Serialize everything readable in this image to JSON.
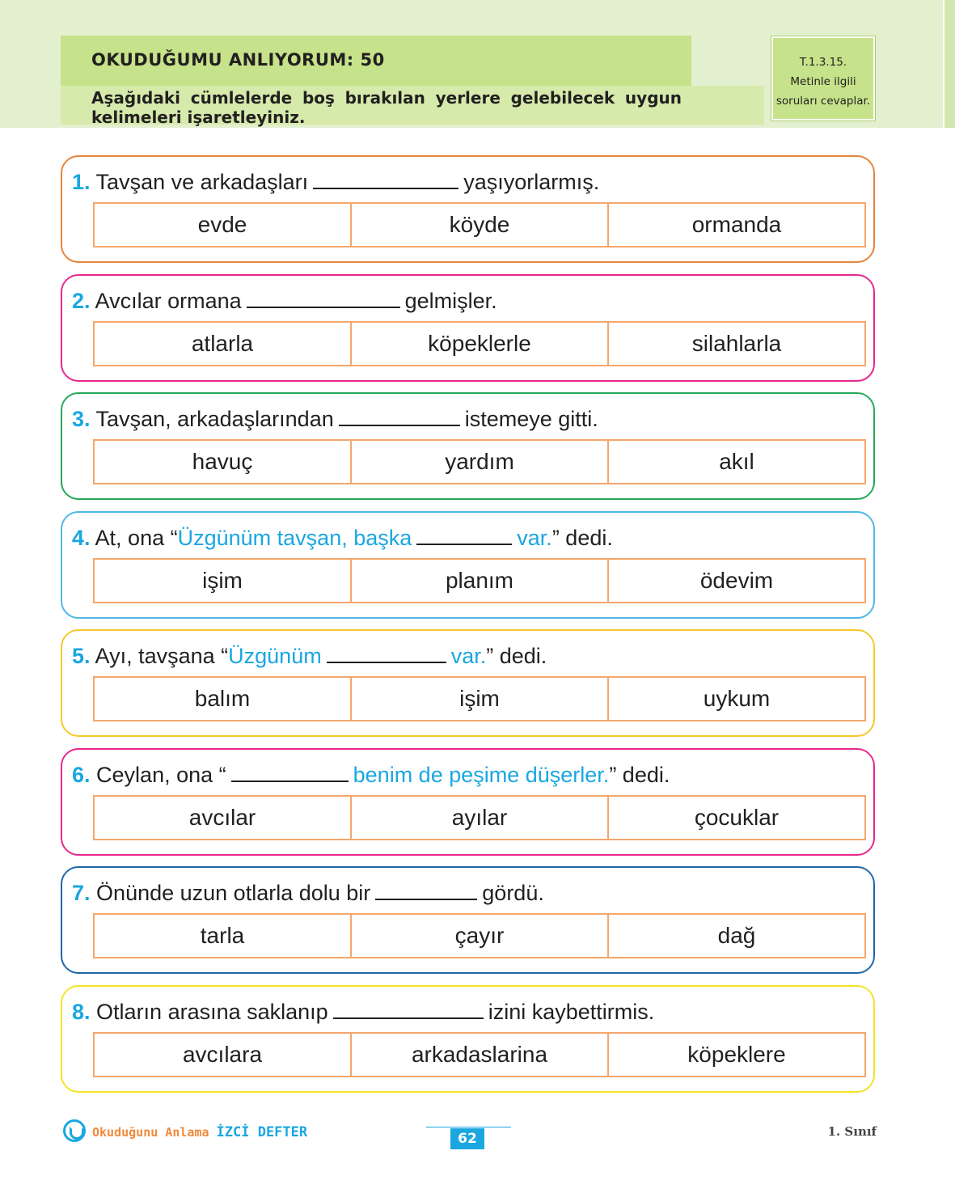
{
  "header": {
    "title": "OKUDUĞUMU ANLIYORUM: 50",
    "instruction": "Aşağıdaki cümlelerde boş bırakılan yerlere gelebilecek uygun kelimeleri işaretleyiniz."
  },
  "objective": {
    "code": "T.1.3.15.",
    "line1": "Metinle ilgili",
    "line2": "soruları cevaplar."
  },
  "questions": [
    {
      "num": "1.",
      "pre": "Tavşan ve arkadaşları",
      "quote": "",
      "quote_end": "",
      "post": "yaşıyorlarmış.",
      "options": [
        "evde",
        "köyde",
        "ormanda"
      ],
      "color": "#e8843b"
    },
    {
      "num": "2.",
      "pre": "Avcılar ormana",
      "quote": "",
      "quote_end": "",
      "post": "gelmişler.",
      "options": [
        "atlarla",
        "köpeklerle",
        "silahlarla"
      ],
      "color": "#e8288e"
    },
    {
      "num": "3.",
      "pre": "Tavşan, arkadaşlarından",
      "quote": "",
      "quote_end": "",
      "post": "istemeye gitti.",
      "options": [
        "havuç",
        "yardım",
        "akıl"
      ],
      "color": "#27a85a"
    },
    {
      "num": "4.",
      "pre": "At, ona “",
      "quote": "Üzgünüm tavşan, başka",
      "quote_end": "var.",
      "post": "” dedi.",
      "options": [
        "işim",
        "planım",
        "ödevim"
      ],
      "color": "#4fb9e6"
    },
    {
      "num": "5.",
      "pre": "Ayı, tavşana “",
      "quote": "Üzgünüm",
      "quote_end": "var.",
      "post": "” dedi.",
      "options": [
        "balım",
        "işim",
        "uykum"
      ],
      "color": "#f6c92c"
    },
    {
      "num": "6.",
      "pre": "Ceylan, ona “",
      "quote": "",
      "quote_end": "benim de peşime düşerler.",
      "post": "” dedi.",
      "options": [
        "avcılar",
        "ayılar",
        "çocuklar"
      ],
      "color": "#e8288e"
    },
    {
      "num": "7.",
      "pre": "Önünde uzun otlarla dolu bir",
      "quote": "",
      "quote_end": "",
      "post": "gördü.",
      "options": [
        "tarla",
        "çayır",
        "dağ"
      ],
      "color": "#1f67a8"
    },
    {
      "num": "8.",
      "pre": "Otların arasına saklanıp",
      "quote": "",
      "quote_end": "",
      "post": "izini kaybettirmis.",
      "options": [
        "avcılara",
        "arkadaslarina",
        "köpeklere"
      ],
      "color": "#f4e328"
    }
  ],
  "footer": {
    "brand_a": "Okuduğunu Anlama",
    "brand_b": "İZCİ DEFTER",
    "page": "62",
    "grade": "1. Sınıf"
  }
}
